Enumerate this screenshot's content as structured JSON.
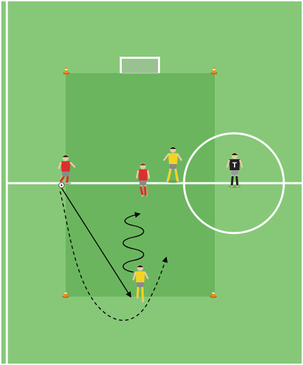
{
  "diagram": {
    "colors": {
      "grass": "#86c878",
      "training_area": "#6bb55f",
      "lines": "#ffffff",
      "border": "#ffffff",
      "cone": "#f08a1c",
      "red_team": "#d9312b",
      "yellow_team": "#f2d420",
      "shorts": "#8a8a8a",
      "coach_shirt": "#222222",
      "arrows": "#000000"
    },
    "cones": 4,
    "players": [
      {
        "team": "red",
        "role": "ball-carrier"
      },
      {
        "team": "red",
        "role": "runner"
      },
      {
        "team": "yellow",
        "role": "defender"
      },
      {
        "team": "yellow",
        "role": "defender"
      }
    ],
    "coach": {
      "shirt_letter": "T"
    },
    "movements": [
      {
        "type": "pass",
        "style": "solid"
      },
      {
        "type": "dribble",
        "style": "zigzag"
      },
      {
        "type": "run",
        "style": "dashed"
      }
    ],
    "icons": [
      "goal-icon",
      "cone-icon",
      "ball-icon"
    ]
  }
}
